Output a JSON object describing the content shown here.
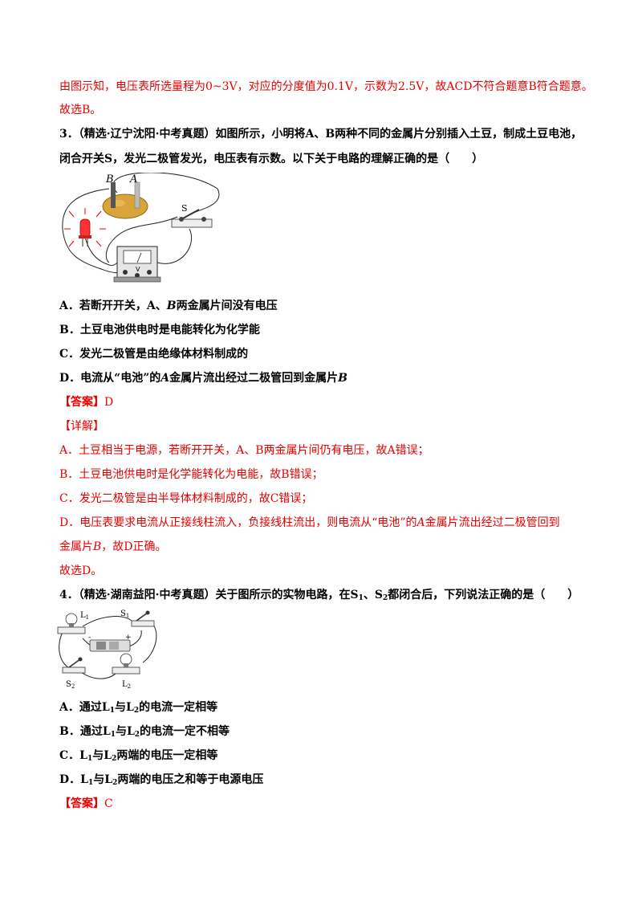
{
  "intro": {
    "line1": "由图示知，电压表所选量程为0~3V，对应的分度值为0.1V，示数为2.5V，故ACD不符合题意B符合题意。",
    "line2": "故选B。"
  },
  "q3": {
    "line1": "3．（精选·辽宁沈阳·中考真题）如图所示，小明将A、B两种不同的金属片分别插入土豆，制成土豆电池，",
    "line2": "闭合开关S，发光二极管发光，电压表有示数。以下关于电路的理解正确的是（　　）",
    "figure": {
      "label_b": "B",
      "label_a": "A",
      "label_s": "S",
      "meter_v": "V"
    },
    "options": {
      "a_prefix": "A．若断开开关，A、",
      "a_ital": "B",
      "a_suffix": "两金属片间没有电压",
      "b": "B．土豆电池供电时是电能转化为化学能",
      "c": "C．发光二极管是由绝缘体材料制成的",
      "d_prefix": "D．电流从“电池”的",
      "d_ital1": "A",
      "d_mid": "金属片流出经过二极管回到金属片",
      "d_ital2": "B"
    },
    "answer_label": "【答案】",
    "answer_value": "D",
    "detail_label": "【详解】",
    "detail": {
      "a": "A．土豆相当于电源，若断开开关，A、B两金属片间仍有电压，故A错误；",
      "b": "B．土豆电池供电时是化学能转化为电能，故B错误；",
      "c": "C．发光二极管是由半导体材料制成的，故C错误；",
      "d1_prefix": "D．电压表要求电流从正接线柱流入，负接线柱流出，则电流从“电池”的",
      "d1_ital": "A",
      "d1_suffix": "金属片流出经过二极管回到",
      "d2_prefix": "金属片",
      "d2_ital": "B",
      "d2_suffix": "，故D正确。",
      "conclusion": "故选D。"
    }
  },
  "q4": {
    "stem_prefix": "4．（精选·湖南益阳·中考真题）关于图所示的实物电路，在S",
    "stem_mid": "、S",
    "stem_suffix": "都闭合后，下列说法正确的是（　　）",
    "sub1": "1",
    "sub2": "2",
    "figure": {
      "l1": "L",
      "s1": "S",
      "s2": "S",
      "l2": "L",
      "plus": "+",
      "minus": "-"
    },
    "options": {
      "a_prefix": "A．通过L",
      "a_mid": "与L",
      "a_suffix": "的电流一定相等",
      "b_prefix": "B．通过L",
      "b_mid": "与L",
      "b_suffix": "的电流一定不相等",
      "c_prefix": "C．L",
      "c_mid": "与L",
      "c_suffix": "两端的电压一定相等",
      "d_prefix": "D．L",
      "d_mid": "与L",
      "d_suffix": "两端的电压之和等于电源电压"
    },
    "answer_label": "【答案】",
    "answer_value": "C"
  }
}
